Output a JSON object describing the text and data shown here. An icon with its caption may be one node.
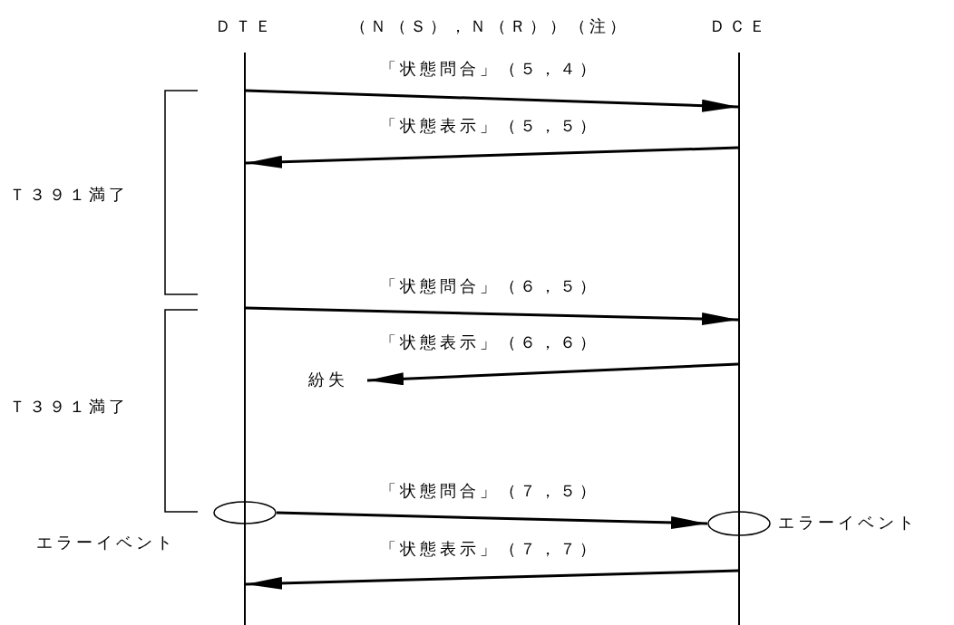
{
  "diagram": {
    "nodes": [
      {
        "text": [],
        "shape": "bar"
      },
      {
        "text": [],
        "shape": "bar"
      },
      {
        "text": [
          "紛失"
        ]
      },
      {
        "text": [],
        "shape": "circle",
        "beside": [
          "エラーイベント"
        ]
      },
      {
        "text": [],
        "shape": "circle",
        "beside": [
          "エラーイベント"
        ]
      }
    ],
    "edges": [
      {
        "from": 0,
        "to": 1,
        "arrow": "to",
        "label": "「状態問合」（５，４）"
      },
      {
        "from": 1,
        "to": 0,
        "arrow": "to",
        "label": "「状態表示」（５，５）"
      },
      {
        "from": 0,
        "to": 1,
        "arrow": "to",
        "label": "「状態問合」（６，５）"
      },
      {
        "from": 1,
        "to": 2,
        "arrow": "to",
        "label": "「状態表示」（６，６）"
      },
      {
        "from": 3,
        "to": 4,
        "arrow": "to",
        "label": "「状態問合」（７，５）"
      },
      {
        "from": 1,
        "to": 0,
        "arrow": "to",
        "label": "「状態表示」（７，７）"
      }
    ],
    "labels": [
      "ＤＴＥ",
      "（Ｎ（Ｓ），Ｎ（Ｒ））（注）",
      "ＤＣＥ",
      "Ｔ３９１満了",
      "Ｔ３９１満了"
    ]
  }
}
